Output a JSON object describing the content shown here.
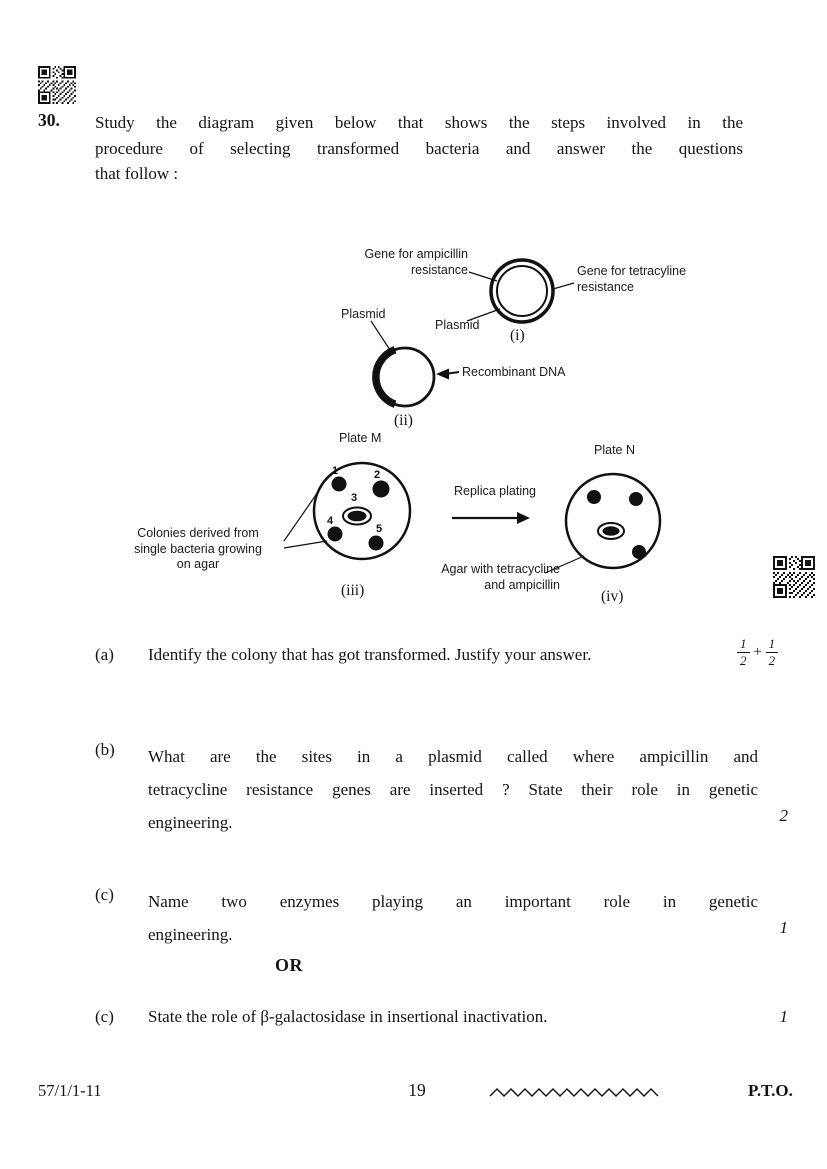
{
  "question": {
    "number": "30.",
    "intro_lines": [
      "Study the diagram given below that shows the steps involved in the",
      "procedure of selecting transformed bacteria and answer the questions",
      "that follow :"
    ]
  },
  "diagram": {
    "labels": {
      "gene_ampicillin": "Gene for ampicillin\nresistance",
      "gene_tetracycline": "Gene for tetracyline\nresistance",
      "plasmid_upper": "Plasmid",
      "plasmid_lower": "Plasmid",
      "recombinant_dna": "Recombinant DNA",
      "plate_m": "Plate M",
      "plate_n": "Plate N",
      "replica_plating": "Replica plating",
      "colonies_note": "Colonies derived from\nsingle bacteria growing\non agar",
      "agar_note": "Agar with tetracycline\nand ampicillin",
      "caption_i": "(i)",
      "caption_ii": "(ii)",
      "caption_iii": "(iii)",
      "caption_iv": "(iv)"
    },
    "colony_numbers": [
      "1",
      "2",
      "3",
      "4",
      "5"
    ]
  },
  "parts": {
    "a": {
      "label": "(a)",
      "lines": [
        "Identify the colony that has got transformed. Justify your answer."
      ],
      "marks": {
        "frac1_num": "1",
        "frac1_den": "2",
        "plus": "+",
        "frac2_num": "1",
        "frac2_den": "2"
      }
    },
    "b": {
      "label": "(b)",
      "lines": [
        "What are the sites in a plasmid called where ampicillin and",
        "tetracycline resistance genes are inserted ? State their role in genetic",
        "engineering."
      ],
      "marks": "2"
    },
    "c1": {
      "label": "(c)",
      "lines": [
        "Name two enzymes playing an important role in genetic",
        "engineering."
      ],
      "marks": "1"
    },
    "or_label": "OR",
    "c2": {
      "label": "(c)",
      "lines": [
        "State the role of β-galactosidase in insertional inactivation."
      ],
      "marks": "1"
    }
  },
  "footer": {
    "paper_code": "57/1/1-11",
    "page_number": "19",
    "pto": "P.T.O."
  }
}
